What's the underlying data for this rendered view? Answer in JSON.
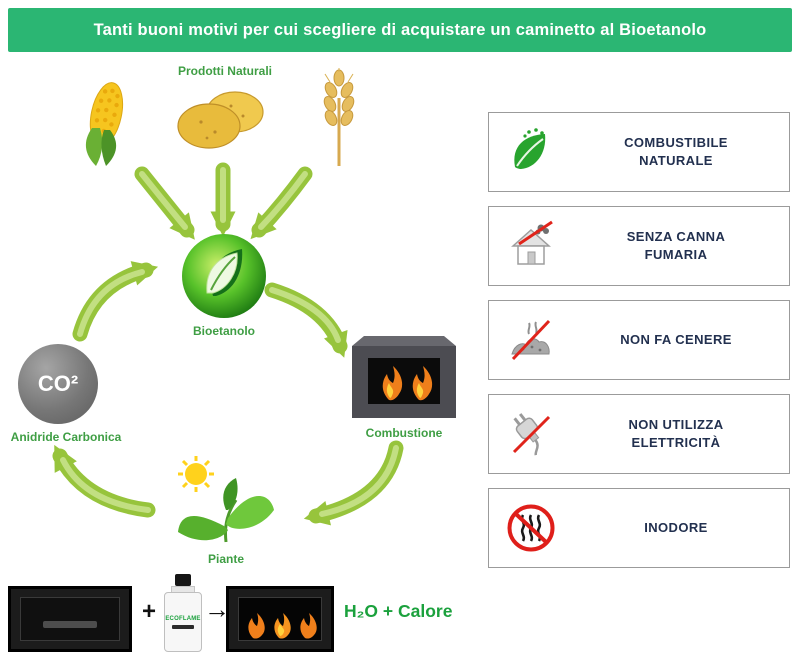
{
  "banner": {
    "title": "Tanti buoni motivi per cui scegliere di acquistare un caminetto al Bioetanolo"
  },
  "diagram": {
    "labels": {
      "prodotti_naturali": "Prodotti Naturali",
      "bioetanolo": "Bioetanolo",
      "combustione": "Combustione",
      "anidride_carbonica": "Anidride Carbonica",
      "piante": "Piante",
      "co2": "CO²"
    }
  },
  "bottom": {
    "plus": "+",
    "arrow": "→",
    "bottle_label": "ECOFLAME",
    "result": "H₂O + Calore"
  },
  "benefits": {
    "items": [
      {
        "icon": "natural-fuel-leaf-icon",
        "label": "COMBUSTIBILE NATURALE"
      },
      {
        "icon": "no-chimney-house-icon",
        "label": "SENZA CANNA FUMARIA"
      },
      {
        "icon": "no-ash-icon",
        "label": "NON FA CENERE"
      },
      {
        "icon": "no-electricity-plug-icon",
        "label": "NON UTILIZZA ELETTRICITÀ"
      },
      {
        "icon": "no-odor-icon",
        "label": "INODORE"
      }
    ]
  },
  "colors": {
    "banner_green": "#2bb673",
    "arrow_green": "#97c43c",
    "label_green": "#3f9e44",
    "benefit_text": "#22304f",
    "result_green": "#1ba13d",
    "prohibition_red": "#e0241b"
  }
}
